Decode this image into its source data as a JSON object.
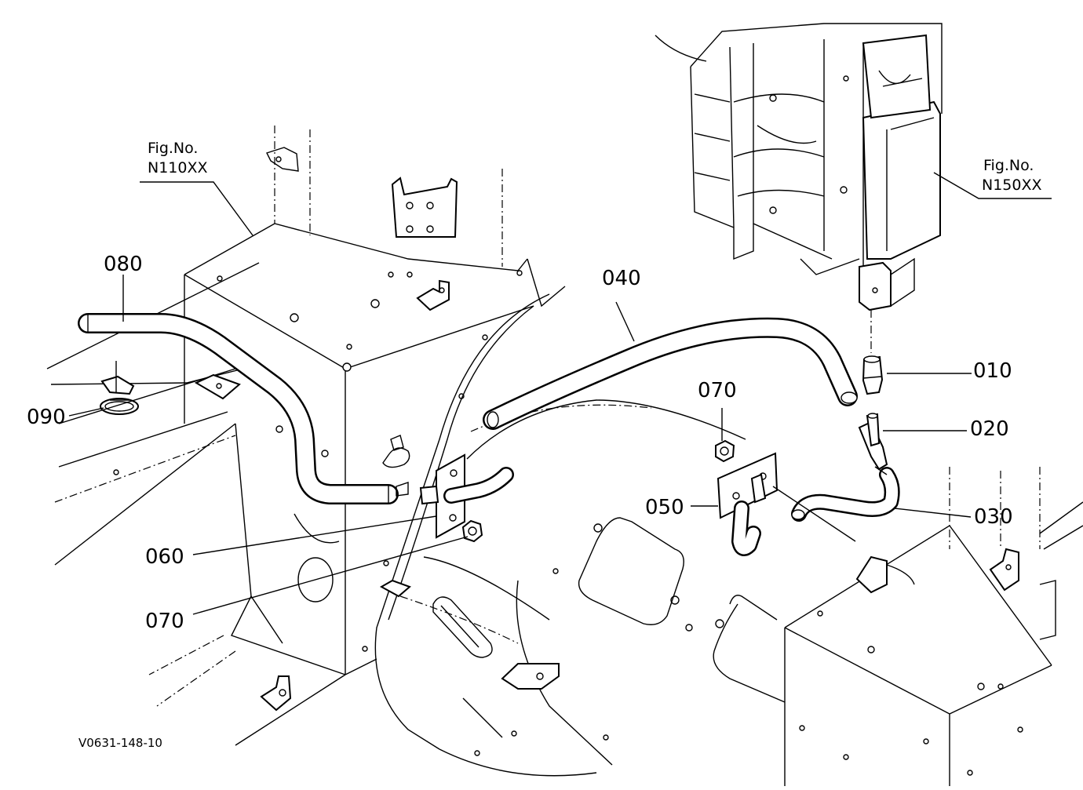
{
  "diagram": {
    "drawing_code": "V0631-148-10",
    "fig_refs": [
      {
        "id": "fig-n110",
        "caption": "Fig.No.",
        "number": "N110XX"
      },
      {
        "id": "fig-n150",
        "caption": "Fig.No.",
        "number": "N150XX"
      }
    ],
    "callouts": {
      "p010": "010",
      "p020": "020",
      "p030": "030",
      "p040": "040",
      "p050": "050",
      "p060": "060",
      "p070a": "070",
      "p070b": "070",
      "p080": "080",
      "p090": "090"
    }
  }
}
